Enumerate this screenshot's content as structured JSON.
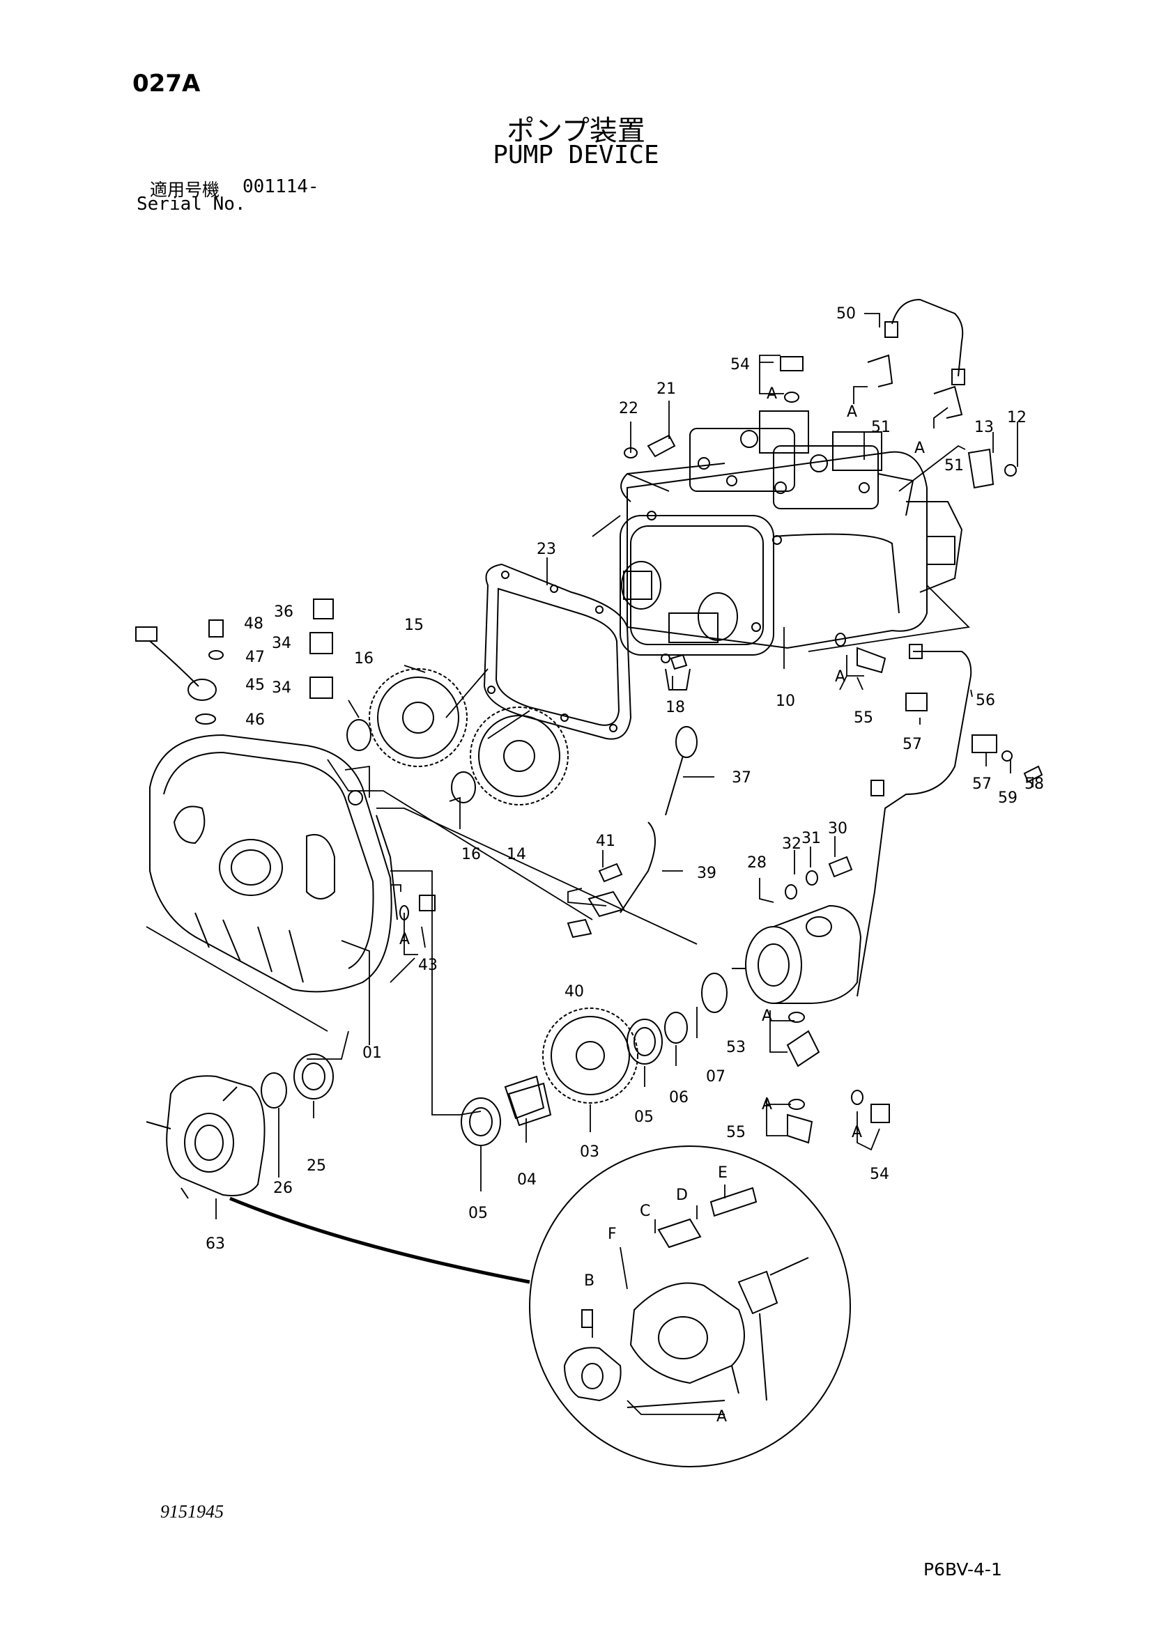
{
  "header": {
    "page_code": "027A",
    "title_jp": "ポンプ装置",
    "title_en": "PUMP DEVICE",
    "serial_label_jp": "適用号機",
    "serial_value": "001114-",
    "serial_label_en": "Serial No."
  },
  "footer": {
    "drawing_number": "9151945",
    "sheet_ref": "P6BV-4-1"
  },
  "callouts": [
    "50",
    "54",
    "21",
    "22",
    "A",
    "A",
    "A",
    "51",
    "51",
    "13",
    "12",
    "23",
    "36",
    "48",
    "34",
    "47",
    "34",
    "45",
    "46",
    "15",
    "16",
    "18",
    "10",
    "A",
    "55",
    "56",
    "57",
    "57",
    "59",
    "58",
    "37",
    "41",
    "16",
    "14",
    "39",
    "28",
    "32",
    "31",
    "30",
    "A",
    "43",
    "40",
    "01",
    "A",
    "53",
    "07",
    "06",
    "05",
    "03",
    "04",
    "05",
    "25",
    "26",
    "63",
    "A",
    "55",
    "A",
    "54",
    "E",
    "D",
    "C",
    "F",
    "B",
    "A"
  ]
}
